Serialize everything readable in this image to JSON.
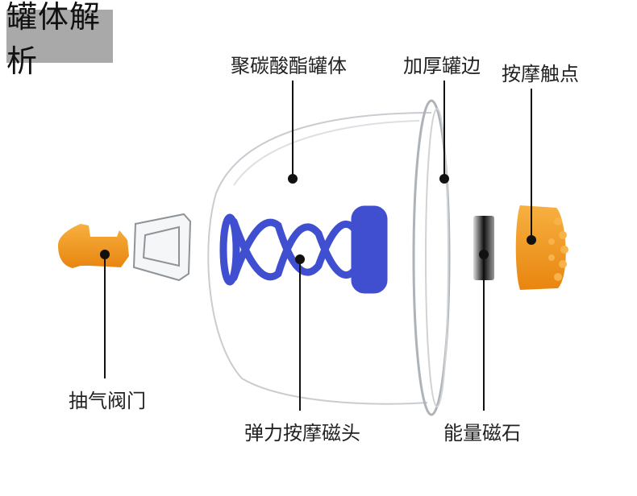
{
  "title": "罐体解析",
  "labels": {
    "cup_body": "聚碳酸酯罐体",
    "thick_rim": "加厚罐边",
    "massage_contact": "按摩触点",
    "suction_valve": "抽气阀门",
    "spring_head": "弹力按摩磁头",
    "magnet": "能量磁石"
  },
  "colors": {
    "title_bg": "#a9a9a9",
    "orange": "#f39a1f",
    "blue": "#3f4fd0",
    "line": "#111111"
  }
}
